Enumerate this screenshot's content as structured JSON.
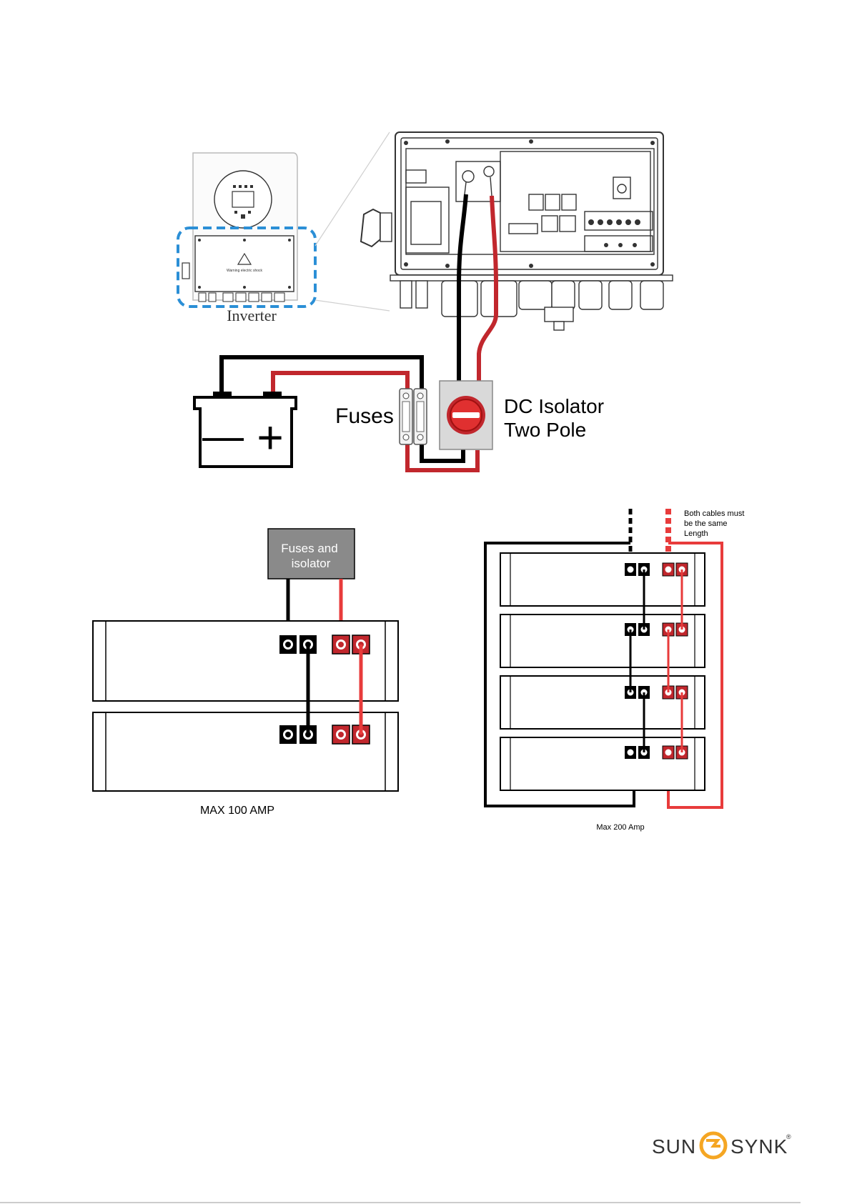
{
  "top_diagram": {
    "inverter_label": "Inverter",
    "inverter_warning": "Warning electric shock",
    "fuses_label": "Fuses",
    "isolator_line1": "DC Isolator",
    "isolator_line2": "Two Pole",
    "battery_minus": "—",
    "battery_plus": "+"
  },
  "left_diagram": {
    "box_line1": "Fuses and",
    "box_line2": "isolator",
    "caption": "MAX 100 AMP"
  },
  "right_diagram": {
    "note_line1": "Both cables must",
    "note_line2": "be the same",
    "note_line3": "Length",
    "caption": "Max 200 Amp"
  },
  "brand": {
    "left": "SUN",
    "right": "SYNK",
    "mark": "®",
    "color": "#f5a623"
  },
  "colors": {
    "positive": "#c1272d",
    "positive_light": "#e83b3b",
    "negative": "#000000",
    "highlight": "#2b8fd6"
  }
}
